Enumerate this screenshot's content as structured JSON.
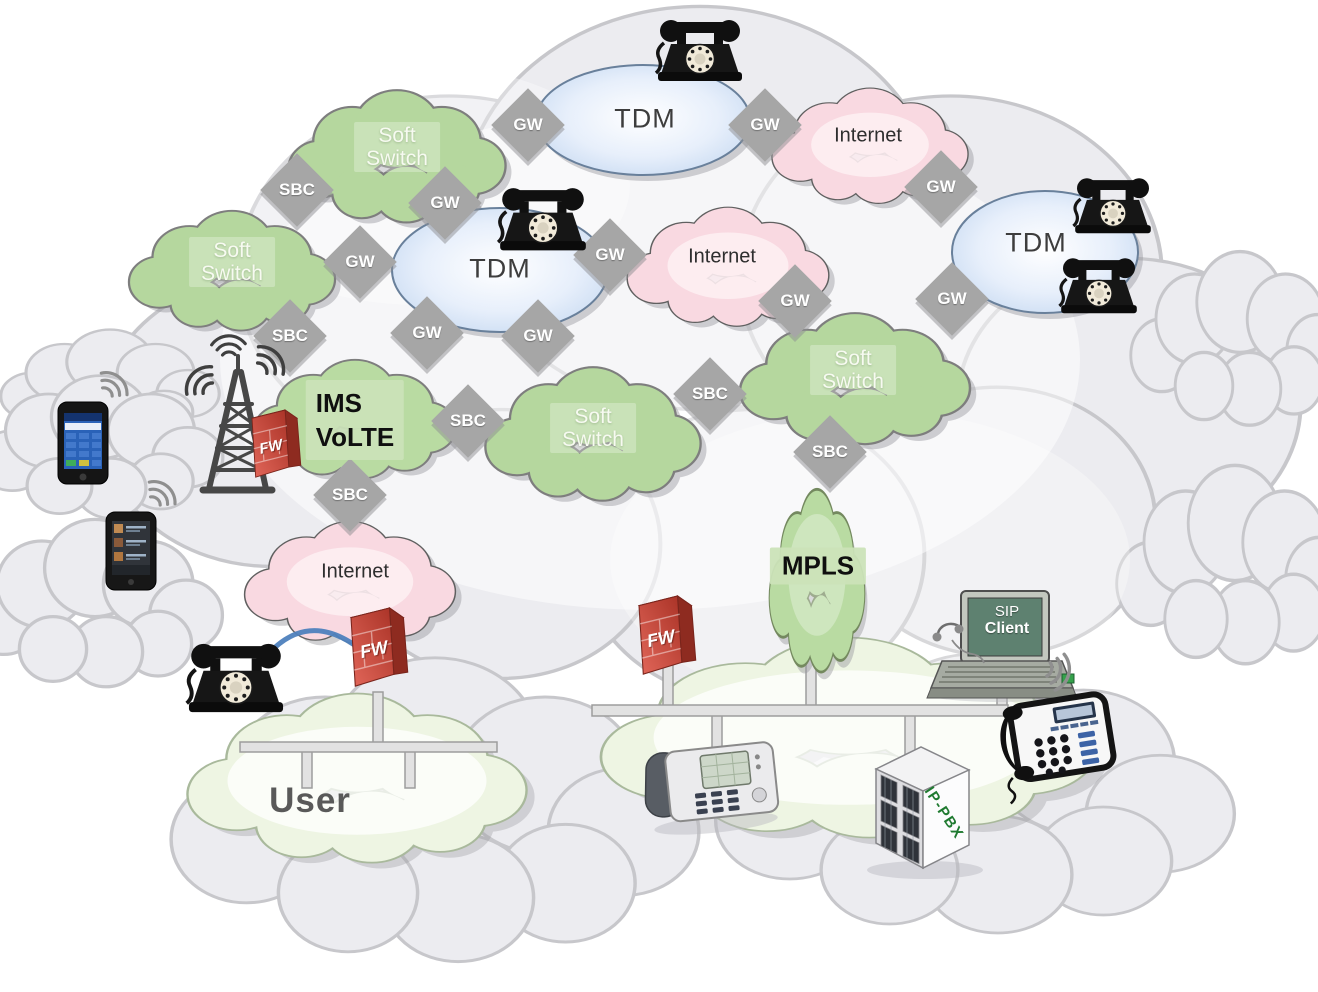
{
  "colors": {
    "green_cloud": "#b5d79e",
    "pink_cloud": "#f9d9e1",
    "blue_ellipse": "#c7dbf2",
    "light_cloud": "#eef5e3",
    "bg_cloud": "#ececf0",
    "diamond_gray": "#a6a6a6",
    "firewall_red": "#c0392b",
    "link_blue": "#4e81bd",
    "pbx_text_green": "#1f7a30"
  },
  "clouds": {
    "soft_switch_top": {
      "line1": "Soft",
      "line2": "Switch"
    },
    "soft_switch_left": {
      "line1": "Soft",
      "line2": "Switch"
    },
    "soft_switch_center": {
      "line1": "Soft",
      "line2": "Switch"
    },
    "soft_switch_right": {
      "line1": "Soft",
      "line2": "Switch"
    },
    "tdm_top": {
      "label": "TDM"
    },
    "tdm_mid": {
      "label": "TDM"
    },
    "tdm_right": {
      "label": "TDM"
    },
    "internet_top": {
      "label": "Internet"
    },
    "internet_mid": {
      "label": "Internet"
    },
    "internet_lower": {
      "label": "Internet"
    },
    "ims_volte": {
      "line1": "IMS",
      "line2": "VoLTE"
    },
    "mpls": {
      "label": "MPLS"
    },
    "user": {
      "label": "User"
    }
  },
  "gateways": [
    {
      "label": "GW"
    },
    {
      "label": "GW"
    },
    {
      "label": "GW"
    },
    {
      "label": "GW"
    },
    {
      "label": "GW"
    },
    {
      "label": "GW"
    },
    {
      "label": "GW"
    },
    {
      "label": "GW"
    },
    {
      "label": "GW"
    },
    {
      "label": "GW"
    }
  ],
  "sbcs": [
    {
      "label": "SBC"
    },
    {
      "label": "SBC"
    },
    {
      "label": "SBC"
    },
    {
      "label": "SBC"
    },
    {
      "label": "SBC"
    },
    {
      "label": "SBC"
    }
  ],
  "firewalls": [
    {
      "label": "FW"
    },
    {
      "label": "FW"
    },
    {
      "label": "FW"
    }
  ],
  "devices": {
    "sip_client": {
      "line1": "SIP",
      "line2": "Client"
    },
    "ip_pbx": {
      "label": "IP-PBX"
    }
  }
}
